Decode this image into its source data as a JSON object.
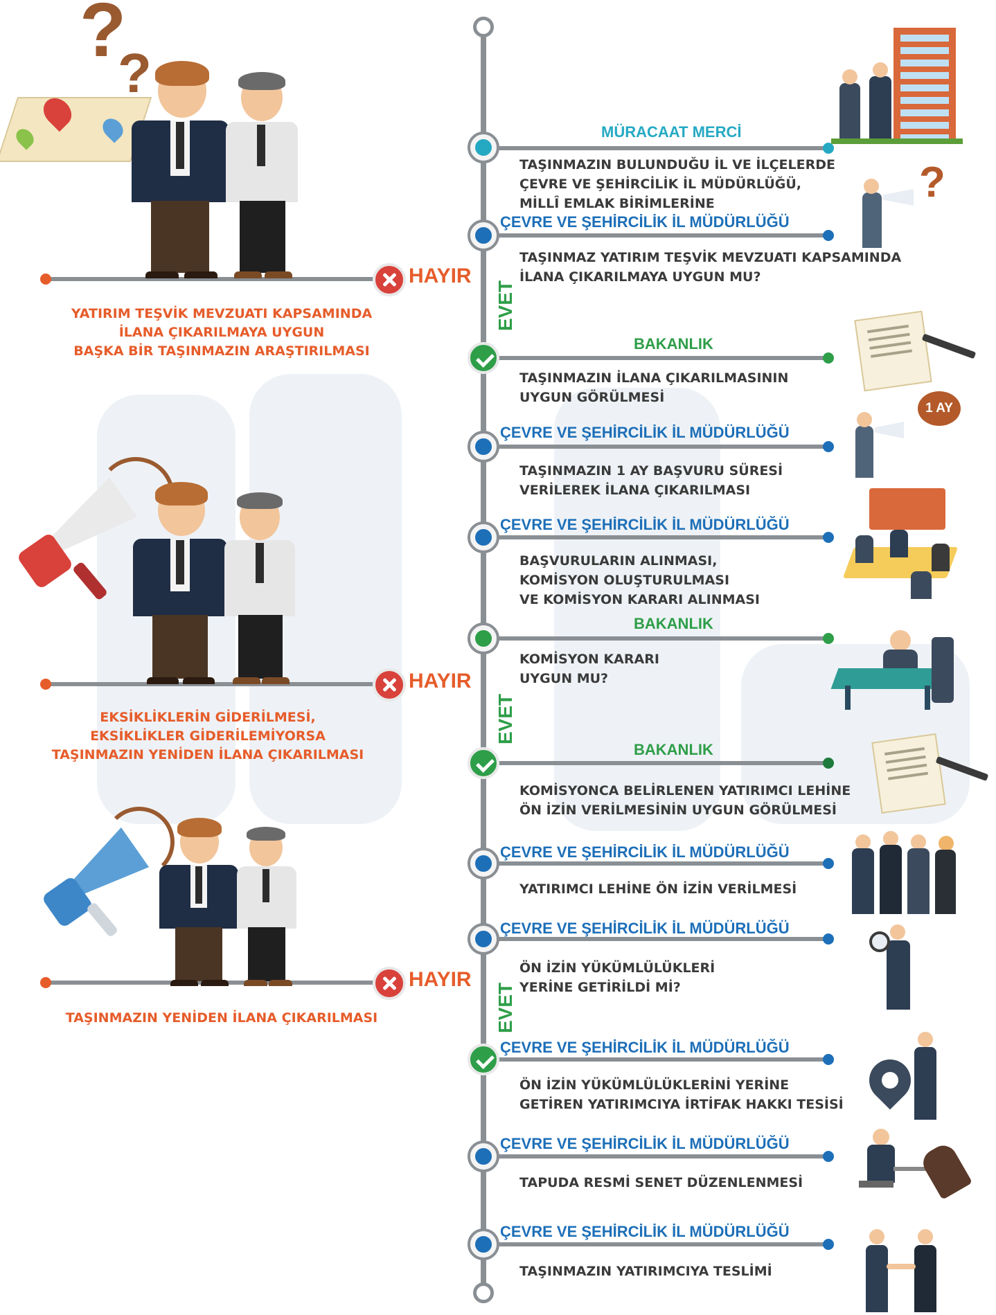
{
  "colors": {
    "line": "#8a8f94",
    "orange": "#e65c2a",
    "blue": "#1d6fb8",
    "teal": "#25a9c3",
    "green": "#2e9e48",
    "text": "#3a3a3a"
  },
  "steps": [
    {
      "title": "MÜRACAAT MERCİ",
      "desc": "TAŞINMAZIN BULUNDUĞU İL VE İLÇELERDE\nÇEVRE VE ŞEHİRCİLİK İL MÜDÜRLÜĞÜ,\nMİLLÎ EMLAK BİRİMLERİNE",
      "kind": "teal",
      "icon": "handshake-building-icon"
    },
    {
      "title": "ÇEVRE VE ŞEHİRCİLİK İL MÜDÜRLÜĞÜ",
      "desc": "TAŞINMAZ YATIRIM TEŞVİK MEVZUATI KAPSAMINDA\nİLANA ÇIKARILMAYA UYGUN MU?",
      "kind": "blue",
      "icon": "megaphone-question-icon"
    },
    {
      "title": "BAKANLIK",
      "desc": "TAŞINMAZIN İLANA ÇIKARILMASININ\nUYGUN GÖRÜLMESİ",
      "kind": "check",
      "icon": "document-pen-icon"
    },
    {
      "title": "ÇEVRE VE ŞEHİRCİLİK İL MÜDÜRLÜĞÜ",
      "desc": "TAŞINMAZIN 1 AY BAŞVURU SÜRESİ\nVERİLEREK İLANA ÇIKARILMASI",
      "kind": "blue",
      "icon": "megaphone-one-month-icon",
      "badge": "1 AY"
    },
    {
      "title": "ÇEVRE VE ŞEHİRCİLİK İL MÜDÜRLÜĞÜ",
      "desc": "BAŞVURULARIN ALINMASI,\nKOMİSYON OLUŞTURULMASI\nVE KOMİSYON KARARI ALINMASI",
      "kind": "blue",
      "icon": "meeting-table-icon"
    },
    {
      "title": "BAKANLIK",
      "desc": "KOMİSYON KARARI\nUYGUN MU?",
      "kind": "green",
      "icon": "desk-officer-icon"
    },
    {
      "title": "BAKANLIK",
      "desc": "KOMİSYONCA BELİRLENEN YATIRIMCI LEHİNE\nÖN İZİN VERİLMESİNİN UYGUN GÖRÜLMESİ",
      "kind": "check",
      "icon": "document-pen-icon"
    },
    {
      "title": "ÇEVRE VE ŞEHİRCİLİK İL MÜDÜRLÜĞÜ",
      "desc": "YATIRIMCI LEHİNE ÖN İZİN VERİLMESİ",
      "kind": "blue",
      "icon": "business-team-icon"
    },
    {
      "title": "ÇEVRE VE ŞEHİRCİLİK İL MÜDÜRLÜĞÜ",
      "desc": "ÖN İZİN YÜKÜMLÜLÜKLERİ\nYERİNE GETİRİLDİ Mİ?",
      "kind": "blue",
      "icon": "magnifier-inspector-icon"
    },
    {
      "title": "ÇEVRE VE ŞEHİRCİLİK İL MÜDÜRLÜĞÜ",
      "desc": "ÖN İZİN YÜKÜMLÜLÜKLERİNİ YERİNE\nGETİREN YATIRIMCIYA İRTİFAK HAKKI TESİSİ",
      "kind": "check",
      "icon": "location-pin-man-icon"
    },
    {
      "title": "ÇEVRE VE ŞEHİRCİLİK İL MÜDÜRLÜĞÜ",
      "desc": "TAPUDA RESMİ SENET DÜZENLENMESİ",
      "kind": "blue",
      "icon": "stamp-office-icon"
    },
    {
      "title": "ÇEVRE VE ŞEHİRCİLİK İL MÜDÜRLÜĞÜ",
      "desc": "TAŞINMAZIN YATIRIMCIYA TESLİMİ",
      "kind": "blue",
      "icon": "handshake-deal-icon"
    }
  ],
  "branches": [
    {
      "answer_no": "HAYIR",
      "answer_yes": "EVET",
      "note": "YATIRIM TEŞVİK MEVZUATI KAPSAMINDA\nİLANA ÇIKARILMAYA UYGUN\nBAŞKA BİR TAŞINMAZIN ARAŞTIRILMASI",
      "icon": "map-question-icon"
    },
    {
      "answer_no": "HAYIR",
      "answer_yes": "EVET",
      "note": "EKSİKLİKLERİN GİDERİLMESİ,\nEKSİKLİKLER GİDERİLEMİYORSA\nTAŞINMAZIN YENİDEN İLANA ÇIKARILMASI",
      "icon": "megaphone-red-icon"
    },
    {
      "answer_no": "HAYIR",
      "answer_yes": "EVET",
      "note": "TAŞINMAZIN YENİDEN İLANA ÇIKARILMASI",
      "icon": "megaphone-blue-icon"
    }
  ]
}
